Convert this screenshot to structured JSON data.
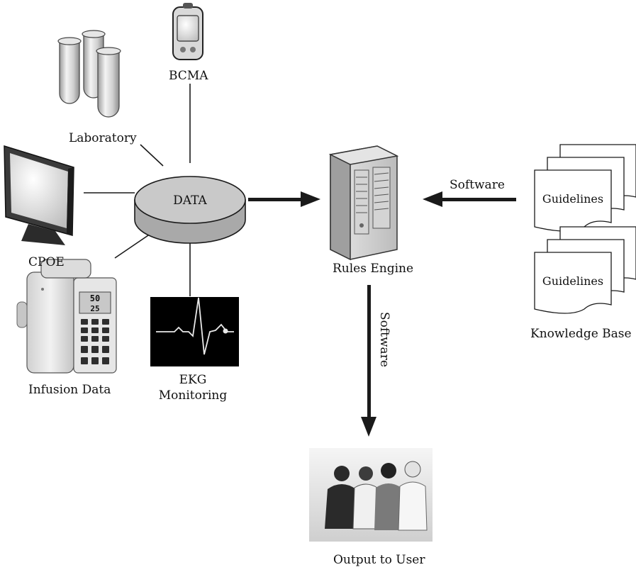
{
  "diagram": {
    "data_label": "DATA",
    "rules_engine_label": "Rules Engine",
    "output_label": "Output to User",
    "knowledge_base_label": "Knowledge Base",
    "software_label_horizontal": "Software",
    "software_label_vertical": "Software",
    "guidelines": [
      "Guidelines",
      "Guidelines"
    ],
    "sources": {
      "bcma": "BCMA",
      "laboratory": "Laboratory",
      "cpoe": "CPOE",
      "infusion": "Infusion Data",
      "ekg_line1": "EKG",
      "ekg_line2": "Monitoring"
    },
    "pump_display": {
      "top_value": "50",
      "bottom_value": "25"
    }
  },
  "colors": {
    "line": "#1a1a1a",
    "cylinder_fill": "#bdbdbd",
    "cylinder_top": "#d6d6d6",
    "ekg_bg": "#000000",
    "ekg_trace": "#e8e8e8"
  },
  "icons": [
    "bcma-device-icon",
    "test-tubes-icon",
    "monitor-icon",
    "infusion-pump-icon",
    "ekg-monitor-icon",
    "server-icon",
    "document-stack-icon",
    "people-group-photo"
  ]
}
